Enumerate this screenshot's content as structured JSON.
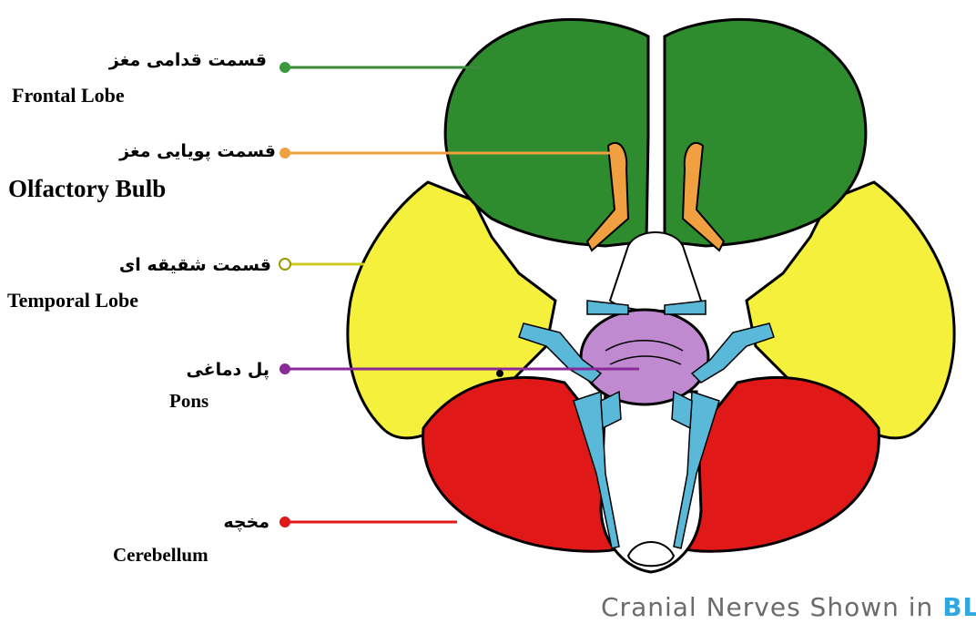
{
  "labels": {
    "frontal": {
      "fa": "قسمت قدامی مغز",
      "en": "Frontal Lobe"
    },
    "olfactory": {
      "fa": "قسمت پویایی مغز",
      "en": "Olfactory Bulb"
    },
    "temporal": {
      "fa": "قسمت شقیقه ای",
      "en": "Temporal Lobe"
    },
    "pons": {
      "fa": "پل دماغی",
      "en": "Pons"
    },
    "cerebellum": {
      "fa": "مخچه",
      "en": "Cerebellum"
    }
  },
  "caption": {
    "prefix": "Cranial Nerves Shown in",
    "highlight": "BLUE"
  },
  "colors": {
    "frontal": "#2e8b2e",
    "olfactory": "#f0a040",
    "temporal": "#f5f03c",
    "pons": "#c08ad0",
    "cerebellum": "#e01818",
    "nerves": "#5ab8d8",
    "caption_highlight": "#2fa8e0"
  }
}
